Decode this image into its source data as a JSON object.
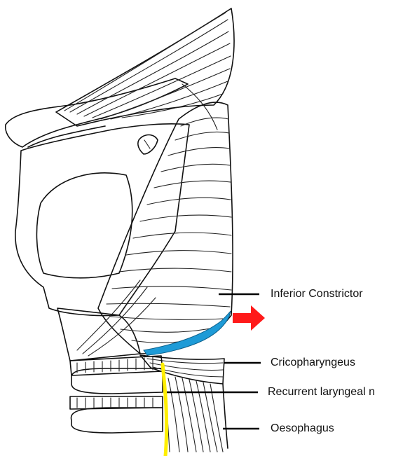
{
  "labels": {
    "inferior_constrictor": "Inferior Constrictor",
    "cricopharyngeus": "Cricopharyngeus",
    "recurrent_laryngeal": "Recurrent laryngeal n",
    "oesophagus": "Oesophagus"
  },
  "colors": {
    "nerve": "#ffef00",
    "cricopharyngeal_band": "#1e9bd7",
    "arrow": "#ff1a1a",
    "ink": "#111111"
  },
  "icons": {
    "arrow": "right-arrow-icon"
  }
}
